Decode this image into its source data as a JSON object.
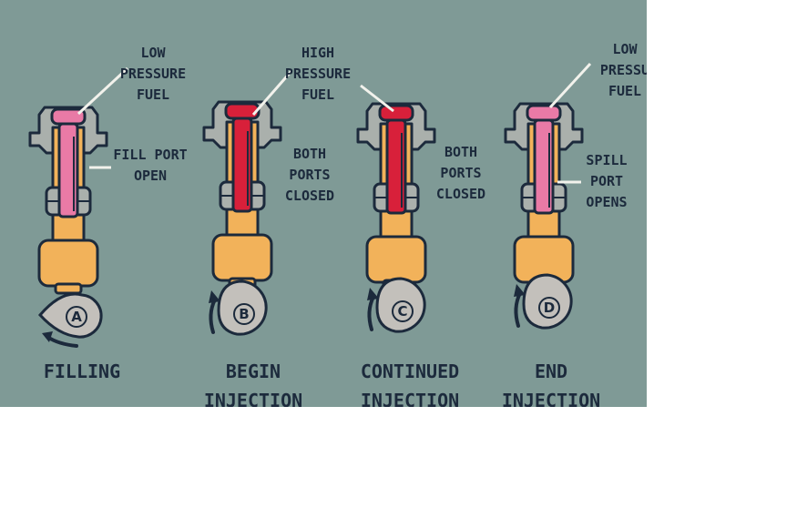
{
  "colors": {
    "background": "#7f9a96",
    "text": "#1c2a3c",
    "outline": "#1c2a3c",
    "housing": "#aab0ac",
    "body": "#f2b25a",
    "low_pressure_fuel": "#e97aa6",
    "high_pressure_fuel": "#d8203a",
    "cam": "#c3c0bb"
  },
  "stages": [
    {
      "id": "A",
      "cam_letter": "A",
      "top_label": [
        "LOW",
        "PRESSURE",
        "FUEL"
      ],
      "side_label": [
        "FILL PORT",
        "OPEN"
      ],
      "title": [
        "FILLING"
      ],
      "fuel": "low"
    },
    {
      "id": "B",
      "cam_letter": "B",
      "top_label": [
        "HIGH",
        "PRESSURE",
        "FUEL"
      ],
      "side_label": [
        "BOTH",
        "PORTS",
        "CLOSED"
      ],
      "title": [
        "BEGIN",
        "INJECTION"
      ],
      "fuel": "high"
    },
    {
      "id": "C",
      "cam_letter": "C",
      "top_label": [],
      "side_label": [
        "BOTH",
        "PORTS",
        "CLOSED"
      ],
      "title": [
        "CONTINUED",
        "INJECTION"
      ],
      "fuel": "high"
    },
    {
      "id": "D",
      "cam_letter": "D",
      "top_label": [
        "LOW",
        "PRESSU",
        "FUEL"
      ],
      "side_label": [
        "SPILL",
        "PORT",
        "OPENS"
      ],
      "title": [
        "END",
        "INJECTION"
      ],
      "fuel": "low"
    }
  ]
}
